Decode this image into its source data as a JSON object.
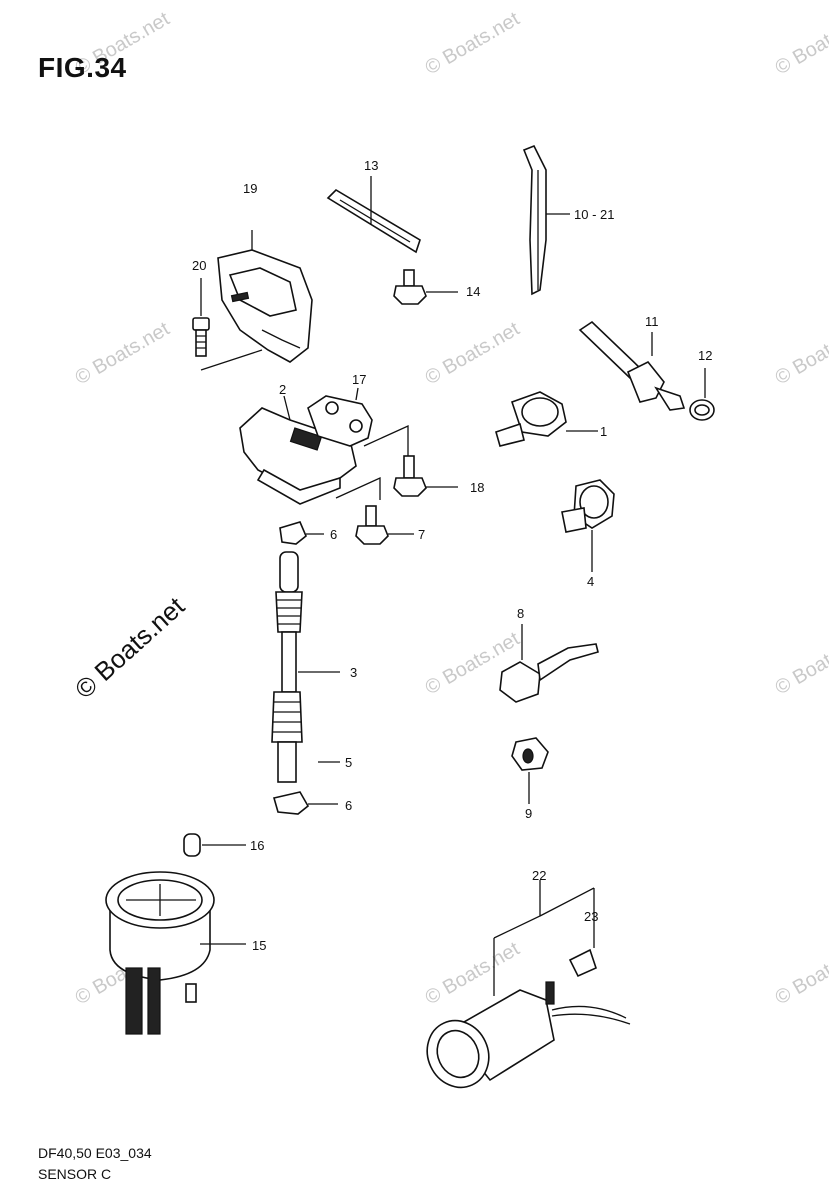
{
  "title": "FIG.34",
  "footer": {
    "code": "DF40,50 E03_034",
    "name": "SENSOR C"
  },
  "watermark": "© Boats.net",
  "labels": {
    "p1": "1",
    "p2": "2",
    "p3": "3",
    "p4": "4",
    "p5": "5",
    "p6": "6",
    "p6b": "6",
    "p7": "7",
    "p8": "8",
    "p9": "9",
    "p10": "10 - 21",
    "p11": "11",
    "p12": "12",
    "p13": "13",
    "p14": "14",
    "p15": "15",
    "p16": "16",
    "p17": "17",
    "p18": "18",
    "p19": "19",
    "p20": "20",
    "p22": "22",
    "p23": "23"
  }
}
